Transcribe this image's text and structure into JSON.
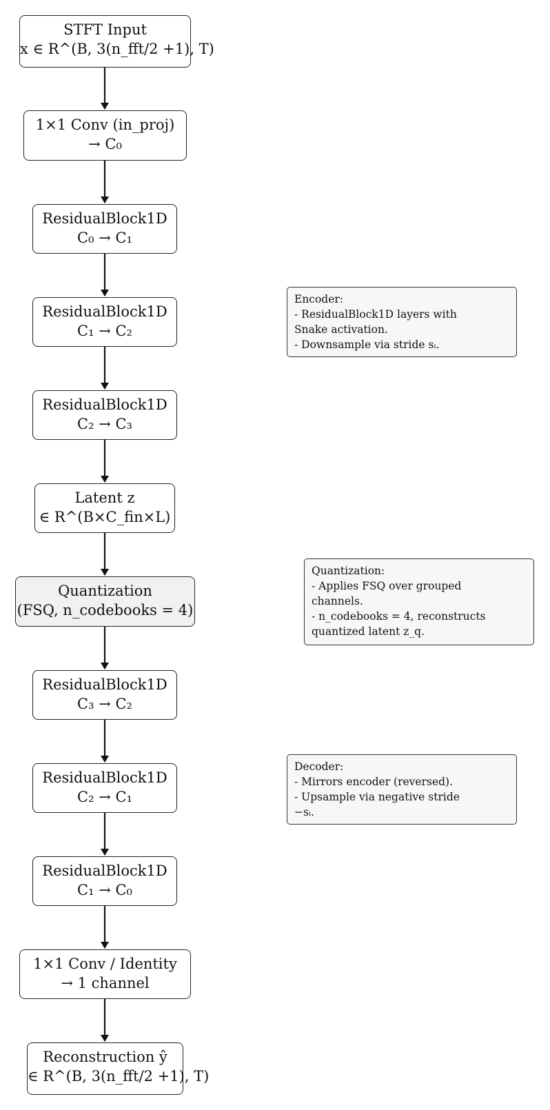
{
  "nodes": [
    {
      "line1": "STFT Input",
      "line2": "x ∈ R^(B, 3(n_fft/2 +1), T)"
    },
    {
      "line1": "1×1 Conv (in_proj)",
      "line2": "→ C₀"
    },
    {
      "line1": "ResidualBlock1D",
      "line2": "C₀ → C₁"
    },
    {
      "line1": "ResidualBlock1D",
      "line2": "C₁ → C₂"
    },
    {
      "line1": "ResidualBlock1D",
      "line2": "C₂ → C₃"
    },
    {
      "line1": "Latent z",
      "line2": "∈ R^(B×C_fin×L)"
    },
    {
      "line1": "Quantization",
      "line2": "(FSQ, n_codebooks = 4)"
    },
    {
      "line1": "ResidualBlock1D",
      "line2": "C₃ → C₂"
    },
    {
      "line1": "ResidualBlock1D",
      "line2": "C₂ → C₁"
    },
    {
      "line1": "ResidualBlock1D",
      "line2": "C₁ → C₀"
    },
    {
      "line1": "1×1 Conv / Identity",
      "line2": "→ 1 channel"
    },
    {
      "line1": "Reconstruction ŷ",
      "line2": "∈ R^(B, 3(n_fft/2 +1), T)"
    }
  ],
  "notes": {
    "encoder": [
      "Encoder:",
      "- ResidualBlock1D layers with",
      "Snake activation.",
      "- Downsample via stride sᵢ."
    ],
    "quantization": [
      "Quantization:",
      "- Applies FSQ over grouped",
      "channels.",
      "- n_codebooks = 4, reconstructs",
      "quantized latent z_q."
    ],
    "decoder": [
      "Decoder:",
      "- Mirrors encoder (reversed).",
      "- Upsample via negative stride",
      "−sᵢ."
    ]
  },
  "colors": {
    "stroke": "#222222",
    "shaded_fill": "#f1f1f1",
    "note_fill": "#f7f7f7"
  }
}
